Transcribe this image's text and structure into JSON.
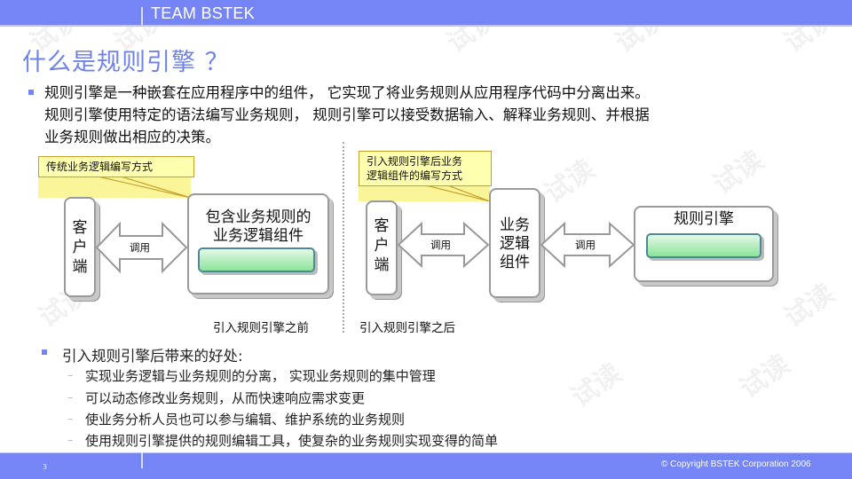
{
  "header": {
    "title": "TEAM BSTEK"
  },
  "slide": {
    "title": "什么是规则引擎 ？",
    "intro_lines": [
      "规则引擎是一种嵌套在应用程序中的组件， 它实现了将业务规则从应用程序代码中分离出来。",
      "规则引擎使用特定的语法编写业务规则， 规则引擎可以接受数据输入、解释业务规则、并根据",
      "业务规则做出相应的决策。"
    ]
  },
  "diagram_before": {
    "callout": "传统业务逻辑编写方式",
    "client_chars": [
      "客",
      "户",
      "端"
    ],
    "arrow_label": "调用",
    "component_lines": [
      "包含业务规则的",
      "业务逻辑组件"
    ],
    "caption": "引入规则引擎之前"
  },
  "diagram_after": {
    "callout_lines": [
      "引入规则引擎后业务",
      "逻辑组件的编写方式"
    ],
    "client_chars": [
      "客",
      "户",
      "端"
    ],
    "arrow1_label": "调用",
    "logic_lines": [
      "业务",
      "逻辑",
      "组件"
    ],
    "arrow2_label": "调用",
    "engine_title": "规则引擎",
    "caption": "引入规则引擎之后"
  },
  "benefits": {
    "title": "引入规则引擎后带来的好处:",
    "items": [
      "实现业务逻辑与业务规则的分离， 实现业务规则的集中管理",
      "可以动态修改业务规则，从而快速响应需求变更",
      "使业务分析人员也可以参与编辑、维护系统的业务规则",
      "使用规则引擎提供的规则编辑工具，使复杂的业务规则实现变得的简单"
    ]
  },
  "footer": {
    "page_number": "3",
    "copyright": "© Copyright BSTEK  Corporation 2006"
  },
  "watermark": "试读",
  "colors": {
    "accent": "#7585f5",
    "title": "#6f82ec",
    "callout_bg": "#ffffb0",
    "callout_border": "#c9a02b"
  }
}
